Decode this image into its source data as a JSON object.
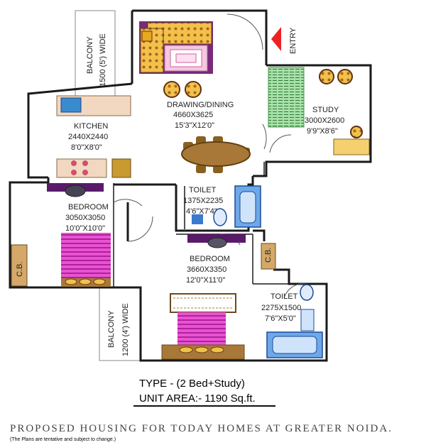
{
  "rooms": {
    "balcony_top": {
      "name": "BALCONY",
      "size": "1500 (5') WIDE"
    },
    "drawing": {
      "name": "DRAWING/DINING",
      "size_mm": "4660X3625",
      "size_ft": "15'3\"X12'0\""
    },
    "study": {
      "name": "STUDY",
      "size_mm": "3000X2600",
      "size_ft": "9'9\"X8'6\""
    },
    "kitchen": {
      "name": "KITCHEN",
      "size_mm": "2440X2440",
      "size_ft": "8'0\"X8'0\""
    },
    "toilet1": {
      "name": "TOILET",
      "size_mm": "1375X2235",
      "size_ft": "4'6\"X7'4\""
    },
    "bedroom1": {
      "name": "BEDROOM",
      "size_mm": "3050X3050",
      "size_ft": "10'0\"X10'0\""
    },
    "bedroom2": {
      "name": "BEDROOM",
      "size_mm": "3660X3350",
      "size_ft": "12'0\"X11'0\""
    },
    "toilet2": {
      "name": "TOILET",
      "size_mm": "2275X1500",
      "size_ft": "7'6\"X5'0\""
    },
    "balcony_bottom": {
      "name": "BALCONY",
      "size": "1200 (4') WIDE"
    }
  },
  "labels": {
    "entry": "ENTRY",
    "cb": "C.B."
  },
  "footer": {
    "type": "TYPE - (2 Bed+Study)",
    "area": "UNIT  AREA:- 1190 Sq.ft.",
    "project": "PROPOSED HOUSING FOR TODAY HOMES AT GREATER NOIDA.",
    "disclaimer": "(The Plans are tentative and subject to change.)"
  },
  "colors": {
    "wall": "#1a1a1a",
    "sofa": "#7a2a7a",
    "sofa_cushion": "#e8b040",
    "bed": "#e040c8",
    "bed_stripe": "#b020a0",
    "wood": "#a87838",
    "toilet": "#3a7ad0",
    "study_green": "#9fd89f",
    "cupboard": "#d4a868",
    "entry_arrow": "#ee2222"
  }
}
